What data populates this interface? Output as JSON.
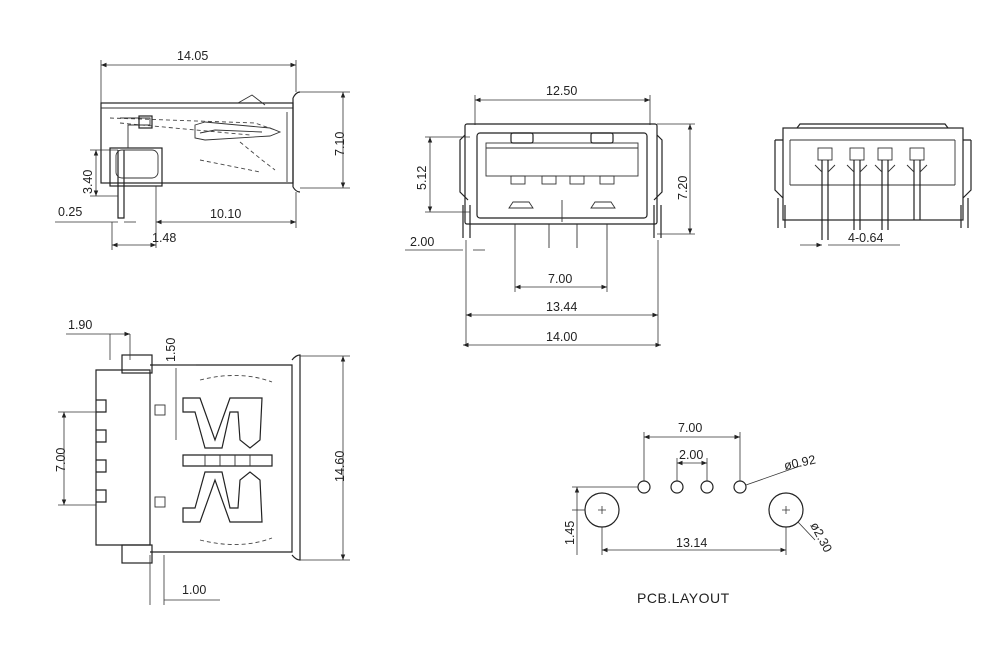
{
  "side_view": {
    "width": "14.05",
    "height": "7.10",
    "pin_height": "3.40",
    "pin_thickness": "0.25",
    "body_depth": "10.10",
    "pin_offset": "1.48"
  },
  "front_view": {
    "width": "12.50",
    "opening_height": "5.12",
    "height": "7.20",
    "tab_width": "2.00",
    "pin_span": "7.00",
    "peg_span": "13.44",
    "overall_width": "14.00"
  },
  "rear_view": {
    "pin_callout": "4-0.64"
  },
  "top_view": {
    "pin_edge": "1.90",
    "pin_offset": "1.50",
    "pin_span": "7.00",
    "length": "14.60",
    "front_offset": "1.00"
  },
  "pcb_layout": {
    "title": "PCB.LAYOUT",
    "pin_span": "7.00",
    "pin_pitch": "2.00",
    "pin_hole": "ø0.92",
    "peg_row_offset": "1.45",
    "peg_span": "13.14",
    "peg_hole": "ø2.30"
  }
}
